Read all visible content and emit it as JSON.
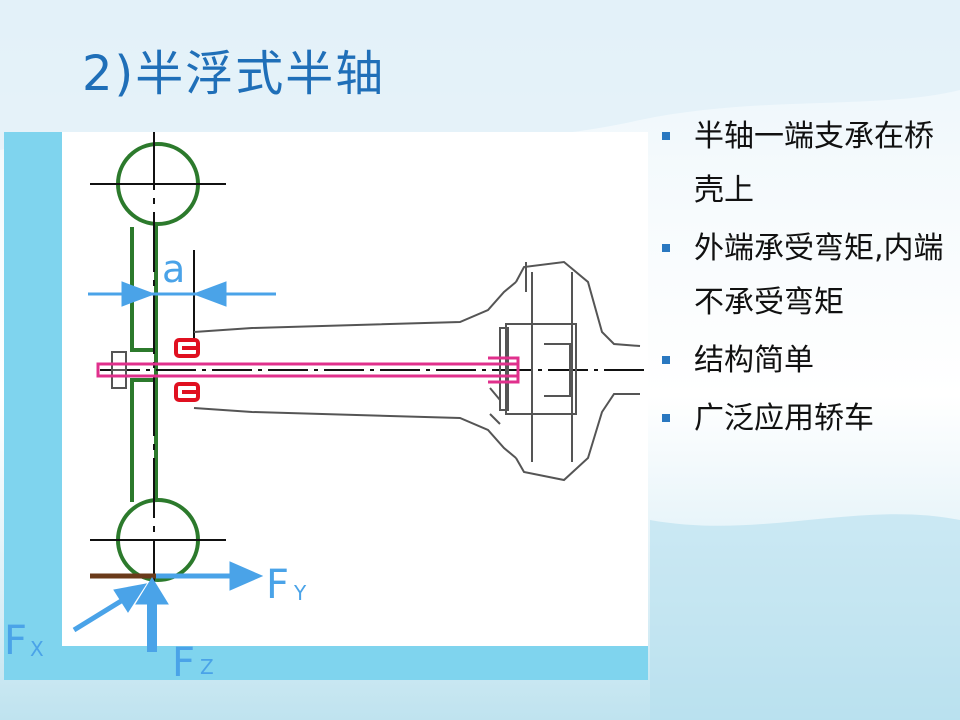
{
  "slide": {
    "title": "2)半浮式半轴"
  },
  "bullets": [
    {
      "text": "半轴一端支承在桥壳上"
    },
    {
      "text": "外端承受弯矩,内端不承受弯矩"
    },
    {
      "text": "结构简单"
    },
    {
      "text": "广泛应用轿车"
    }
  ],
  "diagram": {
    "dimension_label": "a",
    "forces": {
      "fx": {
        "main": "F",
        "sub": "X"
      },
      "fy": {
        "main": "F",
        "sub": "Y"
      },
      "fz": {
        "main": "F",
        "sub": "Z"
      }
    },
    "colors": {
      "frame": "#7fd4ee",
      "wheel": "#2c7a2c",
      "arrow": "#4aa3e8",
      "shaft": "#e0308c",
      "bearing": "#e01020",
      "housing": "#555555"
    }
  }
}
